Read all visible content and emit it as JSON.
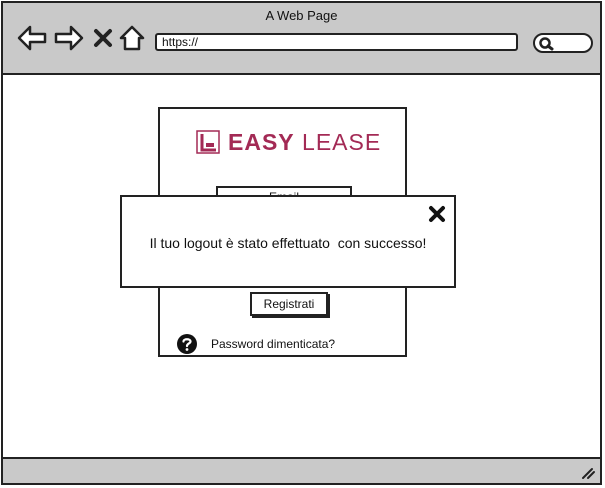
{
  "browser": {
    "title": "A Web Page",
    "url": "https://"
  },
  "login": {
    "logo": {
      "text_bold": "EASY",
      "text_light": "LEASE",
      "color": "#a32a55"
    },
    "email_label": "Email",
    "register_label": "Registrati",
    "forgot_password_label": "Password dimenticata?"
  },
  "modal": {
    "message": "Il tuo logout è stato effettuato  con successo!"
  },
  "icons": {
    "back": "back-arrow-icon",
    "forward": "forward-arrow-icon",
    "stop": "close-icon",
    "home": "home-icon",
    "search": "search-icon",
    "help": "question-circle-icon",
    "modal_close": "close-icon",
    "resize": "resize-grip-icon"
  }
}
